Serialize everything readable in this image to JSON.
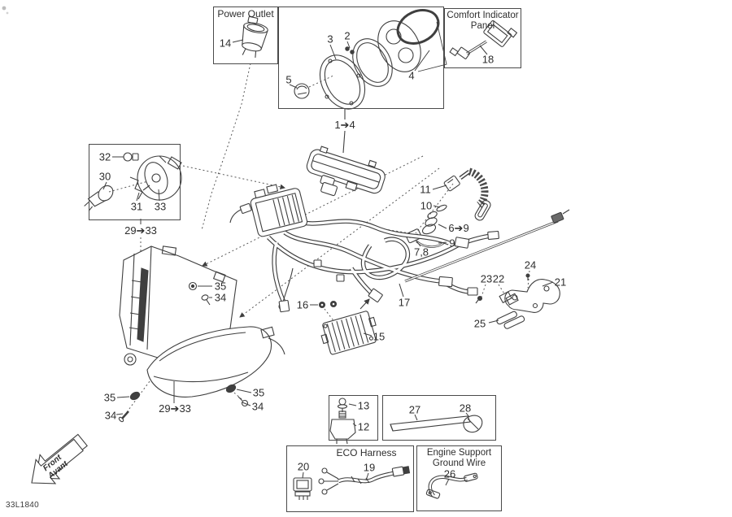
{
  "title_block": {
    "doc_code": "33L1840"
  },
  "direction_arrow": {
    "front": "Front",
    "avant": "Avant"
  },
  "boxes": {
    "power_outlet": {
      "title": "Power Outlet"
    },
    "comfort_panel": {
      "line1": "Comfort Indicator",
      "line2": "Panel"
    },
    "eco_harness": {
      "title": "ECO Harness"
    },
    "engine_ground": {
      "line1": "Engine Support",
      "line2": "Ground Wire"
    }
  },
  "callouts": {
    "c2": "2",
    "c3": "3",
    "c4": "4",
    "c5": "5",
    "c1_4": "1➔4",
    "c14": "14",
    "c18": "18",
    "c32": "32",
    "c30": "30",
    "c31": "31",
    "c33": "33",
    "c29_33_upper": "29➔33",
    "c11": "11",
    "c10": "10",
    "c6_9": "6➔9",
    "c9": "9",
    "c7_8": "7,8",
    "c16": "16",
    "c15": "15",
    "c17": "17",
    "c21": "21",
    "c22": "22",
    "c23": "23",
    "c24": "24",
    "c25": "25",
    "c35_housing": "35",
    "c34_housing": "34",
    "c35_left": "35",
    "c34_left": "34",
    "c29_33_lower": "29➔33",
    "c35_right": "35",
    "c34_right": "34",
    "c12": "12",
    "c13": "13",
    "c27": "27",
    "c28": "28",
    "c19": "19",
    "c20": "20",
    "c26": "26"
  },
  "colors": {
    "line": "#3f3f3f",
    "text": "#2e2e2e",
    "background": "#ffffff"
  }
}
